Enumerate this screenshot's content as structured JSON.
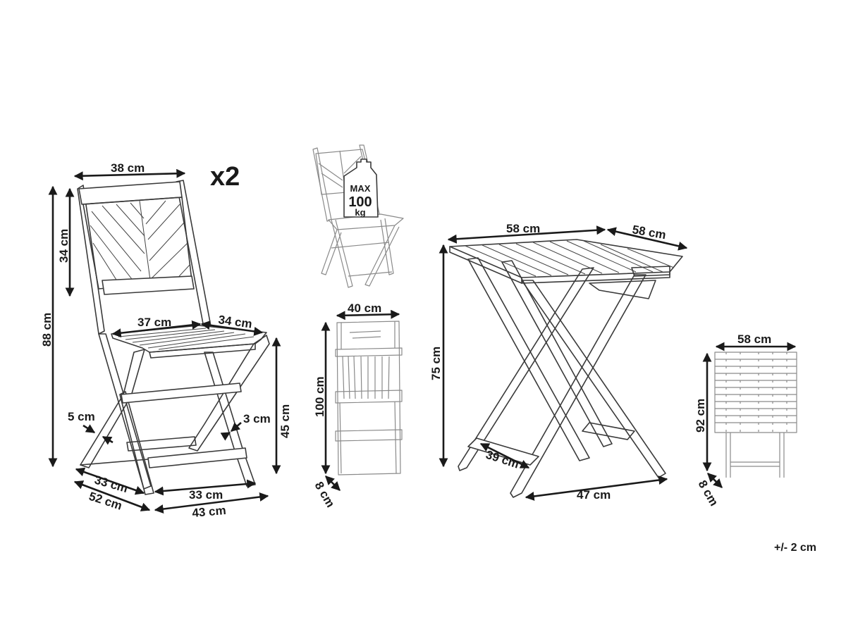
{
  "quantity_label": "x2",
  "chair": {
    "width_top": "38 cm",
    "backrest_height": "34 cm",
    "total_height": "88 cm",
    "seat_width": "37 cm",
    "seat_depth": "34 cm",
    "leg_front": "5 cm",
    "leg_back": "3 cm",
    "seat_height": "45 cm",
    "base_inner_side": "33 cm",
    "base_inner_front": "33 cm",
    "base_outer_side": "52 cm",
    "base_outer_front": "43 cm"
  },
  "weight_badge": {
    "line1": "MAX",
    "line2": "100",
    "line3": "kg"
  },
  "folded_chair": {
    "width": "40 cm",
    "height": "100 cm",
    "depth": "8 cm"
  },
  "table": {
    "top_width": "58 cm",
    "top_depth": "58 cm",
    "height": "75 cm",
    "leg_base_depth": "39 cm",
    "leg_base_width": "47 cm"
  },
  "folded_table": {
    "width": "58 cm",
    "height": "92 cm",
    "depth": "8 cm"
  },
  "tolerance": "+/- 2 cm"
}
